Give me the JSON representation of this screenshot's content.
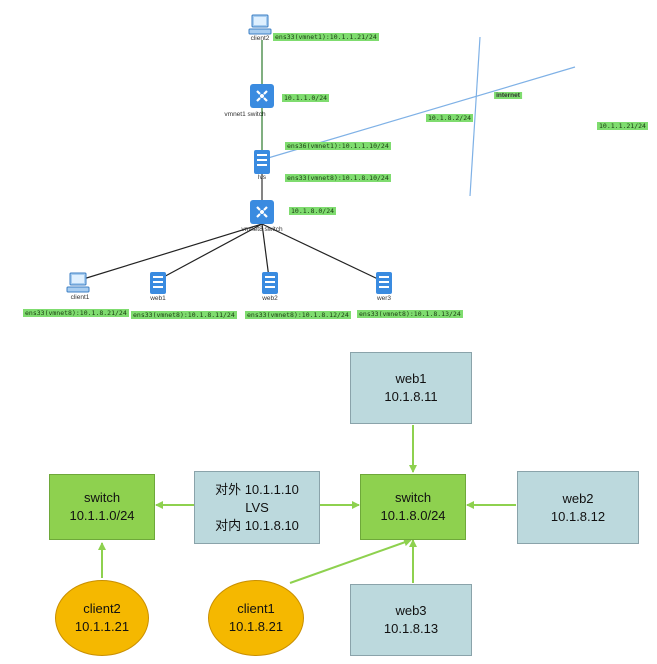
{
  "top_diagram": {
    "nodes": {
      "client2": "client2",
      "vmnet1_switch": "vmnet1 switch",
      "lvs": "lvs",
      "vmnet8_switch": "vmnet8 switch",
      "client1": "client1",
      "web1": "web1",
      "web2": "web2",
      "web3": "wer3",
      "internet": "internet"
    },
    "labels": {
      "client2_if": "ens33(vmnet1):10.1.1.21/24",
      "vmnet1_net": "10.1.1.0/24",
      "lvs_ens36": "ens36(vmnet1):10.1.1.10/24",
      "lvs_ens33": "ens33(vmnet8):10.1.8.10/24",
      "vmnet8_net": "10.1.8.0/24",
      "internet_net": "10.1.8.2/24",
      "right_ip": "10.1.1.21/24",
      "client1_if": "ens33(vmnet8):10.1.8.21/24",
      "web1_if": "ens33(vmnet8):10.1.8.11/24",
      "web2_if": "ens33(vmnet8):10.1.8.12/24",
      "web3_if": "ens33(vmnet8):10.1.8.13/24"
    }
  },
  "bottom_diagram": {
    "switch1": {
      "name": "switch",
      "ip": "10.1.1.0/24"
    },
    "lvs": {
      "line1": "对外 10.1.1.10",
      "line2": "LVS",
      "line3": "对内 10.1.8.10"
    },
    "switch2": {
      "name": "switch",
      "ip": "10.1.8.0/24"
    },
    "web1": {
      "name": "web1",
      "ip": "10.1.8.11"
    },
    "web2": {
      "name": "web2",
      "ip": "10.1.8.12"
    },
    "web3": {
      "name": "web3",
      "ip": "10.1.8.13"
    },
    "client2": {
      "name": "client2",
      "ip": "10.1.1.21"
    },
    "client1": {
      "name": "client1",
      "ip": "10.1.8.21"
    }
  },
  "colors": {
    "tag_green": "#7fdc6f",
    "switch_box": "#8ed14f",
    "server_box": "#bcd9dd",
    "client_oval": "#f5b800",
    "arrow": "#8ed14f",
    "internet_line": "#7fb1e6"
  }
}
